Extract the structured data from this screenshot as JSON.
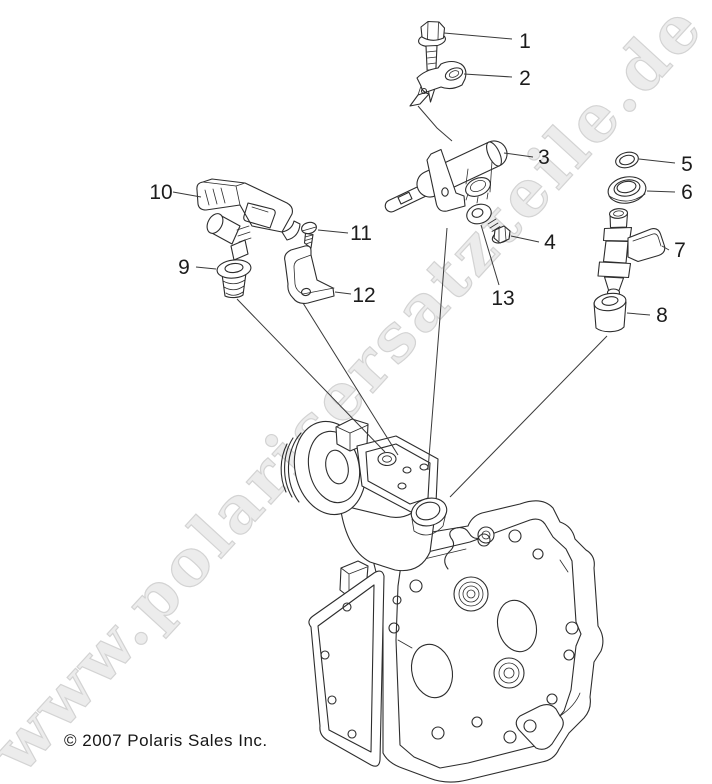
{
  "watermark": "www.polarisersatzteile.de",
  "copyright": "© 2007 Polaris Sales Inc.",
  "callouts": {
    "c1": "1",
    "c2": "2",
    "c3": "3",
    "c4": "4",
    "c5": "5",
    "c6": "6",
    "c7": "7",
    "c8": "8",
    "c9": "9",
    "c10": "10",
    "c11": "11",
    "c12": "12",
    "c13": "13"
  },
  "colors": {
    "background": "#ffffff",
    "line_art": "#2d2d2d",
    "leader_line": "#3a3a3a",
    "callout_text": "#1c1c1c",
    "watermark_fill": "#ececec",
    "watermark_outline": "#d3d3d3"
  }
}
